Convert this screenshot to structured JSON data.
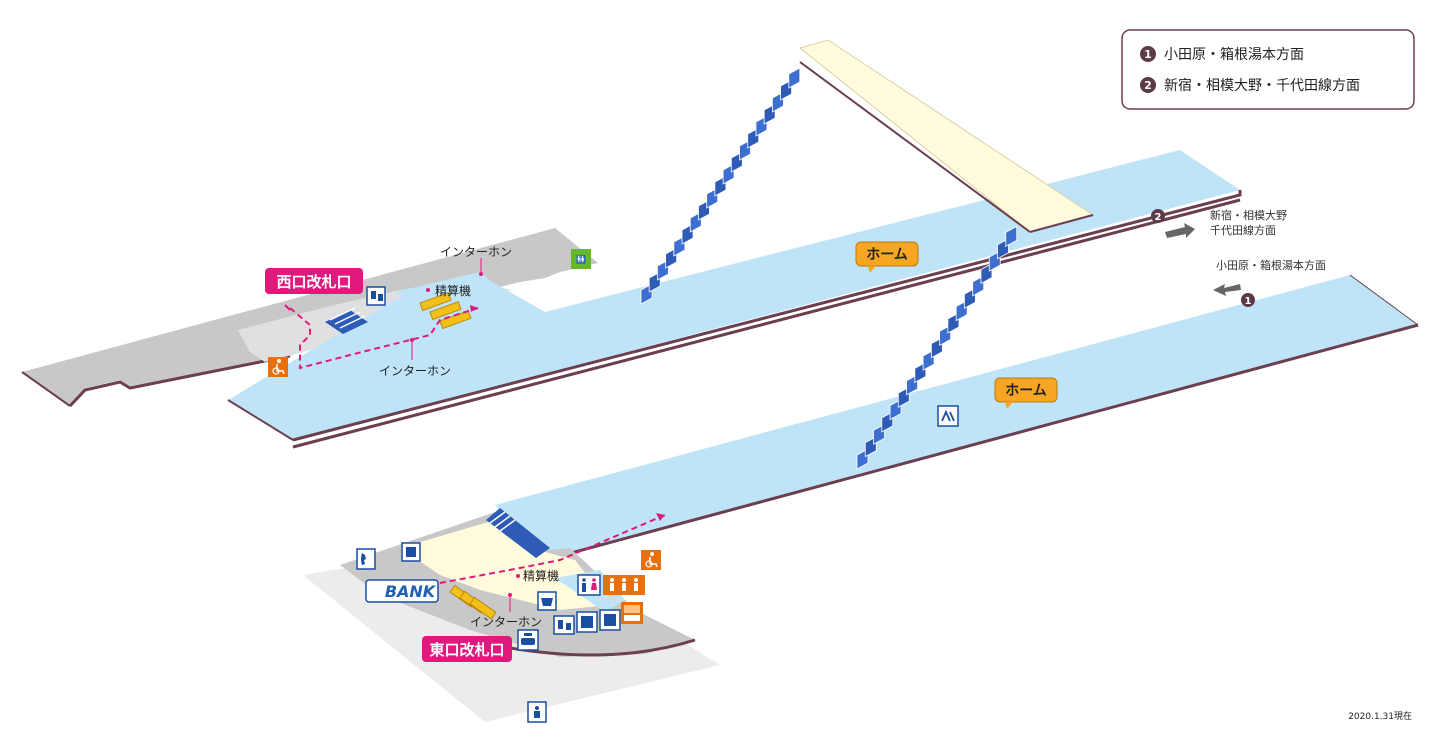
{
  "legend": {
    "items": [
      {
        "num": "1",
        "label": "小田原・箱根湯本方面"
      },
      {
        "num": "2",
        "label": "新宿・相模大野・千代田線方面"
      }
    ]
  },
  "gates": {
    "west": "西口改札口",
    "east": "東口改札口"
  },
  "platforms": {
    "upper": "ホーム",
    "lower": "ホーム"
  },
  "facilities": {
    "intercom_west_top": "インターホン",
    "intercom_west_bottom": "インターホン",
    "fare_machine_west": "精算機",
    "fare_machine_east": "精算機",
    "intercom_east": "インターホン",
    "bank": "BANK"
  },
  "directions": {
    "track2_line1": "新宿・相模大野",
    "track2_line2": "千代田線方面",
    "track1": "小田原・箱根湯本方面",
    "marker1": "1",
    "marker2": "2"
  },
  "date": "2020.1.31現在",
  "colors": {
    "platform": "#bfe4f8",
    "concourse": "#fffbdc",
    "ground": "#c8c8c8",
    "edge": "#6b3e50",
    "stairs": "#2d5bb5",
    "gate": "#e0197d",
    "sign": "#f6a623",
    "fare": "#f3c01a"
  },
  "icons": [
    "ticket-vending-icon",
    "toilet-icon",
    "accessible-icon",
    "elevator-icon",
    "coin-locker-icon",
    "phone-icon",
    "taxi-icon",
    "ic-charge-icon",
    "multi-purpose-toilet-icon",
    "tactile-map-icon",
    "info-icon",
    "bank-icon"
  ]
}
